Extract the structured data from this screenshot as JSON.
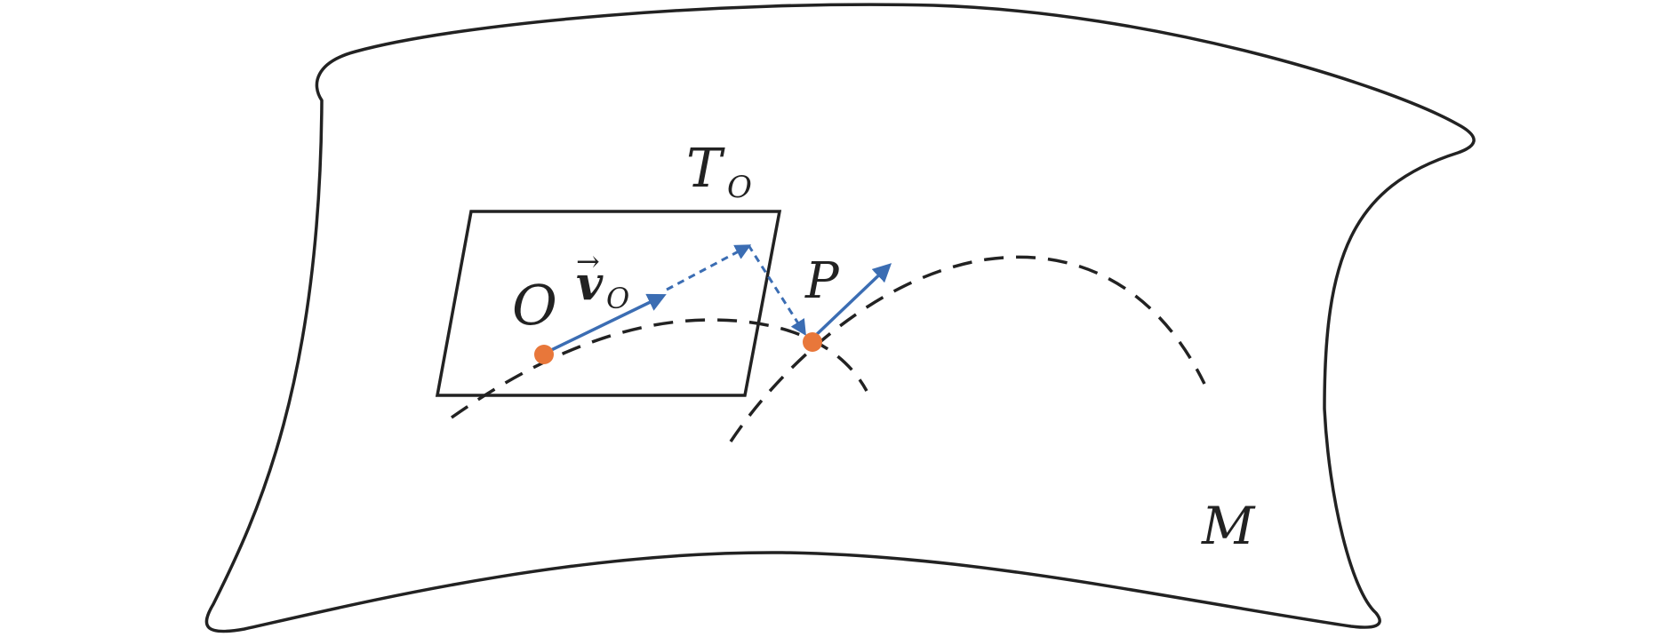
{
  "labels": {
    "tangent_space": "T",
    "tangent_space_subscript": "O",
    "origin": "O",
    "vector": "v",
    "vector_subscript": "O",
    "vector_arrow": "→",
    "point": "P",
    "manifold": "M"
  },
  "colors": {
    "outline": "#222222",
    "vector": "#3b6db3",
    "point": "#e8773a",
    "background": "#ffffff"
  }
}
